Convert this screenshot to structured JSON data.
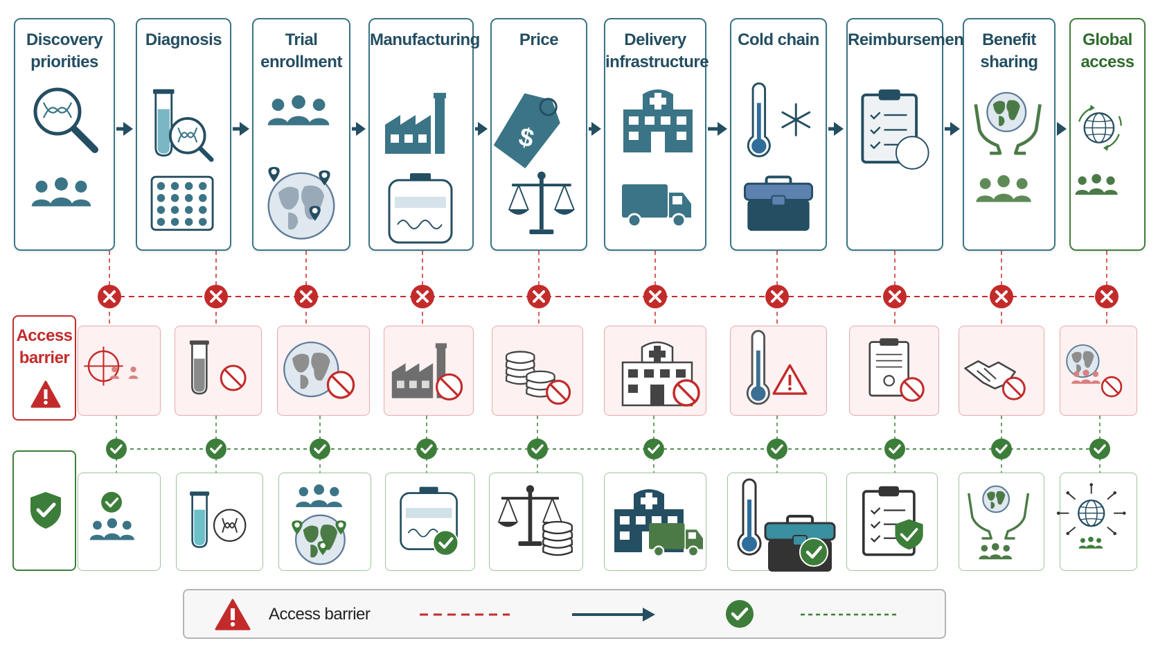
{
  "stages": [
    {
      "title": "Discovery\npriorities",
      "icon": "magnifier-dna-icon",
      "sub_icon": "people-icon"
    },
    {
      "title": "Diagnosis",
      "icon": "test-tube-magnifier-icon",
      "sub_icon": "well-plate-icon"
    },
    {
      "title": "Trial\nenrollment",
      "icon": "people-icon",
      "sub_icon": "globe-pins-icon"
    },
    {
      "title": "Manufacturing",
      "icon": "factory-icon",
      "sub_icon": "bioreactor-icon"
    },
    {
      "title": "Price",
      "icon": "price-tag-icon",
      "sub_icon": "scales-icon"
    },
    {
      "title": "Delivery\ninfrastructure",
      "icon": "hospital-icon",
      "sub_icon": "truck-icon"
    },
    {
      "title": "Cold chain",
      "icon": "thermometer-snowflake-icon",
      "sub_icon": "cooler-box-icon"
    },
    {
      "title": "Reimbursement",
      "icon": "clipboard-check-icon",
      "sub_icon": ""
    },
    {
      "title": "Benefit sharing",
      "icon": "hands-globe-icon",
      "sub_icon": "people-icon"
    },
    {
      "title": "Global\naccess",
      "icon": "globe-cycle-icon",
      "sub_icon": "people-icon"
    }
  ],
  "barrier_row": {
    "label": "Access\nbarrier",
    "icons": [
      "target-people-icon",
      "tube-blocked-icon",
      "globe-blocked-icon",
      "factory-blocked-icon",
      "coins-blocked-icon",
      "hospital-blocked-icon",
      "thermometer-warning-icon",
      "certificate-blocked-icon",
      "handshake-blocked-icon",
      "globe-people-blocked-icon"
    ]
  },
  "solution_row": {
    "icons": [
      "people-check-icon",
      "tube-dna-icon",
      "people-globe-icon",
      "bioreactor-check-icon",
      "scales-coins-icon",
      "hospital-truck-icon",
      "thermometer-cooler-check-icon",
      "clipboard-shield-icon",
      "hands-globe-people-icon",
      "globe-arrows-people-icon"
    ]
  },
  "legend": {
    "barrier_label": "Access barrier"
  },
  "colors": {
    "teal": "#3b7486",
    "dark_teal": "#244e62",
    "red": "#c32b2b",
    "green": "#3d7d3a"
  }
}
